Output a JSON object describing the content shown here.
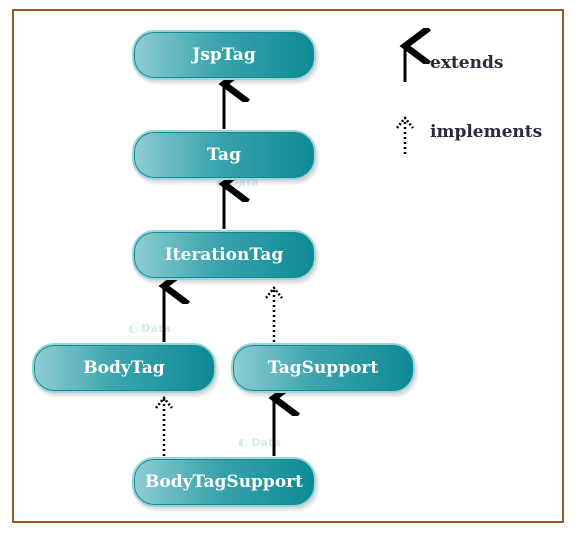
{
  "nodes": {
    "jsptag": "JspTag",
    "tag": "Tag",
    "iterationtag": "IterationTag",
    "bodytag": "BodyTag",
    "tagsupport": "TagSupport",
    "bodytagsupport": "BodyTagSupport"
  },
  "legend": {
    "extends_label": "extends",
    "implements_label": "implements"
  },
  "colors": {
    "frame": "#8b5e1e",
    "node_dark": "#0e8a95",
    "node_light": "#8fcdd3",
    "arrow": "#000000"
  },
  "edges": [
    {
      "from": "tag",
      "to": "jsptag",
      "type": "extends"
    },
    {
      "from": "iterationtag",
      "to": "tag",
      "type": "extends"
    },
    {
      "from": "bodytag",
      "to": "iterationtag",
      "type": "extends"
    },
    {
      "from": "tagsupport",
      "to": "iterationtag",
      "type": "implements"
    },
    {
      "from": "bodytagsupport",
      "to": "bodytag",
      "type": "implements"
    },
    {
      "from": "bodytagsupport",
      "to": "tagsupport",
      "type": "extends"
    }
  ]
}
